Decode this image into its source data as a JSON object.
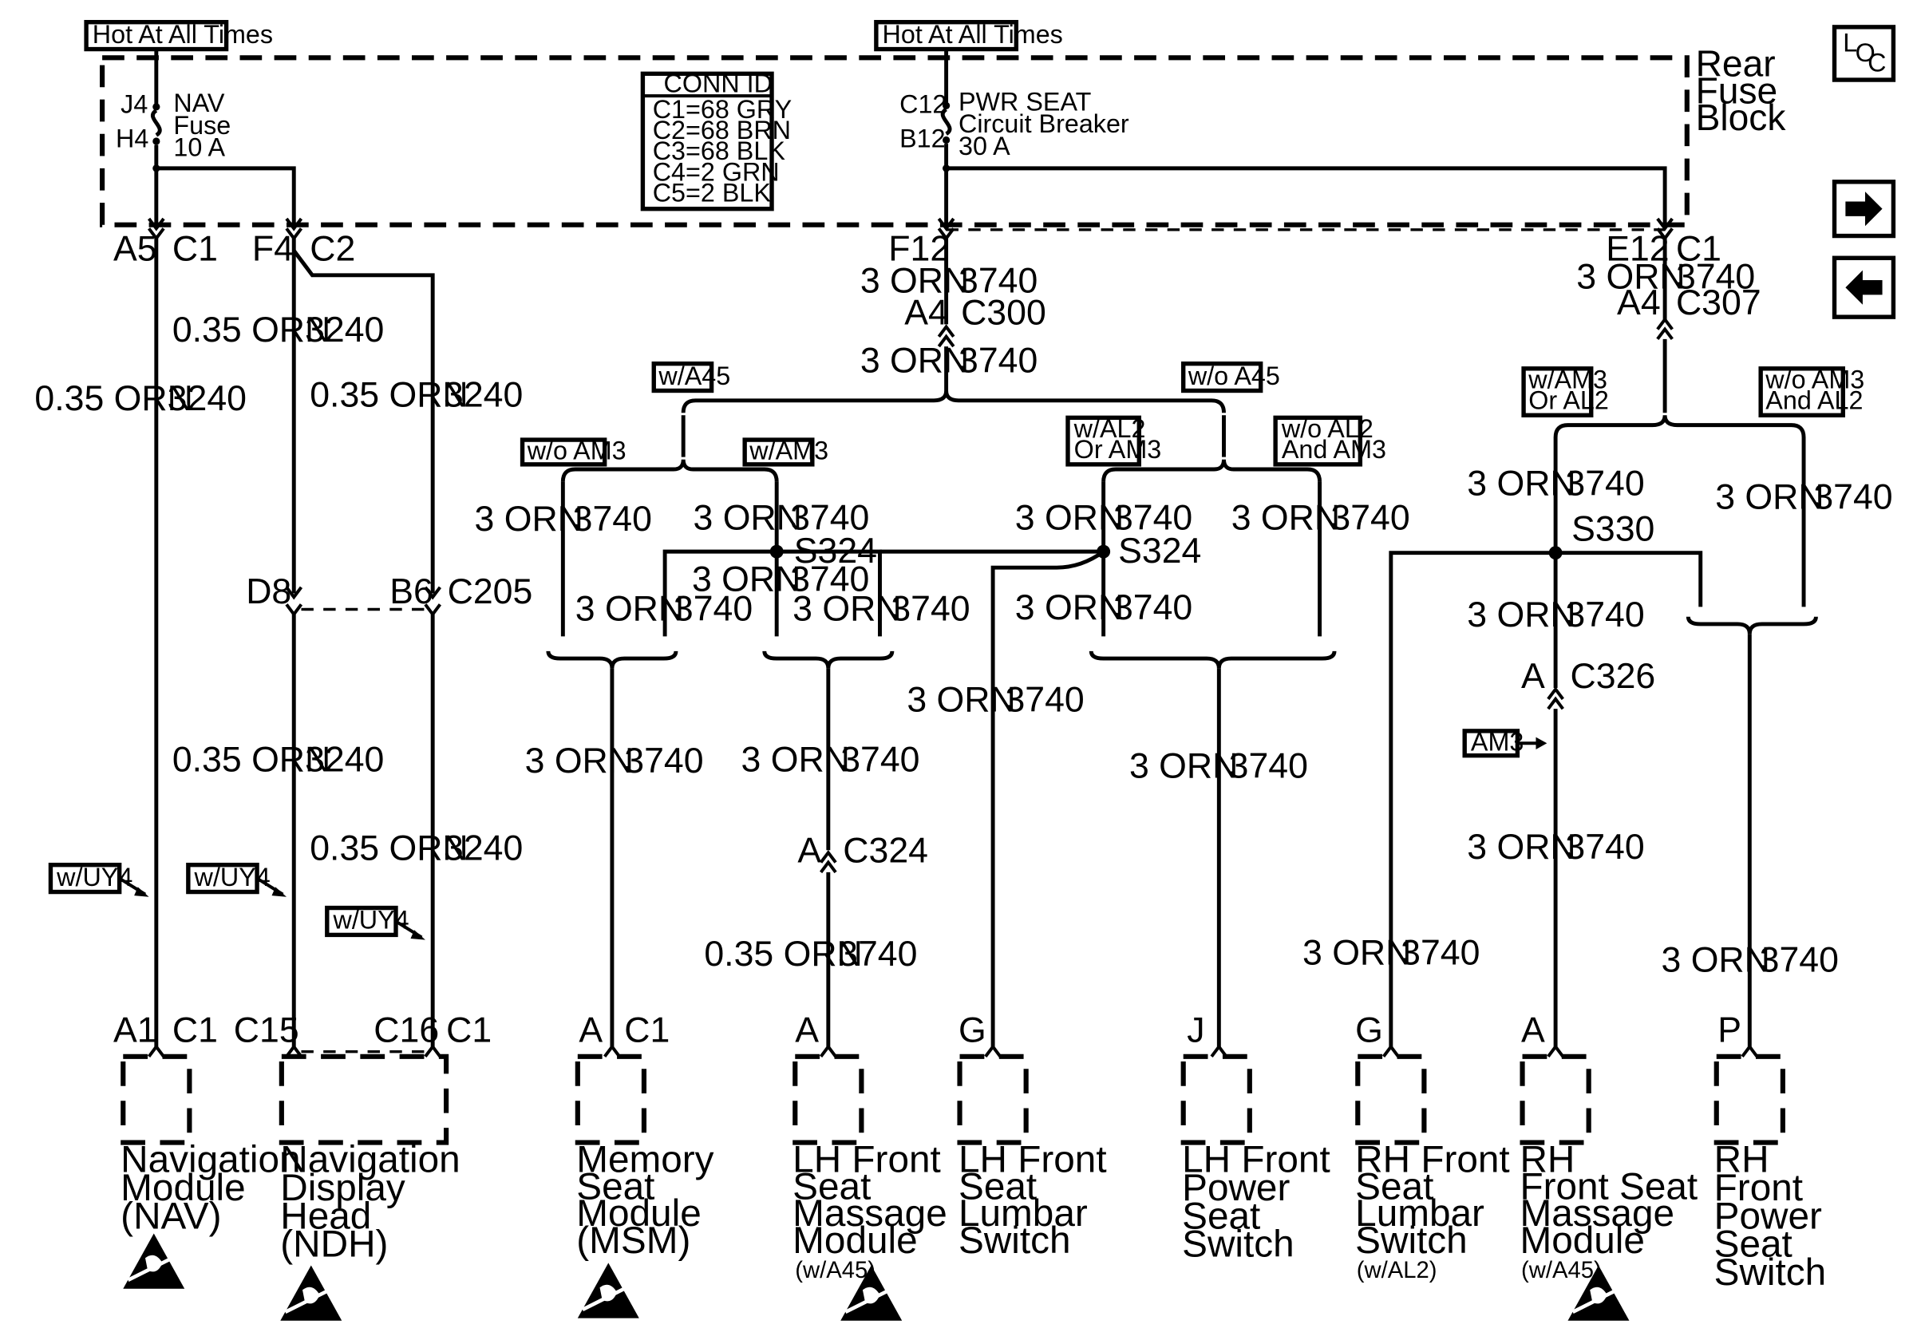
{
  "fuse_block": {
    "title_line1": "Rear",
    "title_line2": "Fuse",
    "title_line3": "Block",
    "hot_left": "Hot At All Times",
    "hot_right": "Hot At All Times",
    "nav_fuse": {
      "pin_top": "J4",
      "pin_bottom": "H4",
      "line1": "NAV",
      "line2": "Fuse",
      "line3": "10 A"
    },
    "seat_cb": {
      "pin_top": "C12",
      "pin_bottom": "B12",
      "line1": "PWR SEAT",
      "line2": "Circuit Breaker",
      "line3": "30 A"
    },
    "conn_id": {
      "title": "CONN ID",
      "rows": [
        "C1=68 GRY",
        "C2=68 BRN",
        "C3=68 BLK",
        "C4=2 GRN",
        "C5=2 BLK"
      ]
    }
  },
  "nav_icons": {
    "loc": "L",
    "loc_o": "O",
    "loc_c": "C",
    "next_arrow": "right-arrow",
    "prev_arrow": "left-arrow"
  },
  "pins": {
    "a5": "A5",
    "c1a": "C1",
    "f4": "F4",
    "c2": "C2",
    "f12": "F12",
    "e12": "E12",
    "c1b": "C1",
    "a4a": "A4",
    "c300": "C300",
    "a4b": "A4",
    "c307": "C307",
    "d8": "D8",
    "b6": "B6",
    "c205": "C205",
    "s324a": "S324",
    "s324b": "S324",
    "s330": "S330",
    "c324_a": "A",
    "c324": "C324",
    "c326_a": "A",
    "c326": "C326",
    "nav_a1": "A1",
    "nav_c1": "C1",
    "ndh_c15": "C15",
    "ndh_c16": "C16",
    "ndh_c1": "C1",
    "msm_a": "A",
    "msm_c1": "C1",
    "lhmm_a": "A",
    "lhls_g": "G",
    "lhps_j": "J",
    "rhls_g": "G",
    "rhmm_a": "A",
    "rhps_p": "P"
  },
  "wires": {
    "w_035_orn": "0.35 ORN",
    "w_3_orn": "3 ORN",
    "c3240": "3240",
    "c3740": "3740"
  },
  "options": {
    "w_a45": "w/A45",
    "wo_a45": "w/o A45",
    "wo_am3": "w/o AM3",
    "w_am3": "w/AM3",
    "w_al2_or_am3_1": "w/AL2",
    "w_al2_or_am3_2": "Or AM3",
    "wo_al2_and_am3_1": "w/o AL2",
    "wo_al2_and_am3_2": "And AM3",
    "w_am3_or_al2_1": "w/AM3",
    "w_am3_or_al2_2": "Or AL2",
    "wo_am3_and_al2_1": "w/o AM3",
    "wo_am3_and_al2_2": "And AL2",
    "w_uy4": "w/UY4",
    "am3": "AM3"
  },
  "components": {
    "nav": [
      "Navigation",
      "Module",
      "(NAV)"
    ],
    "ndh": [
      "Navigation",
      "Display",
      "Head",
      "(NDH)"
    ],
    "msm": [
      "Memory",
      "Seat",
      "Module",
      "(MSM)"
    ],
    "lhmm": [
      "LH Front",
      "Seat",
      "Massage",
      "Module"
    ],
    "lhmm_note": "(w/A45)",
    "lhls": [
      "LH Front",
      "Seat",
      "Lumbar",
      "Switch"
    ],
    "lhps": [
      "LH Front",
      "Power",
      "Seat",
      "Switch"
    ],
    "rhls": [
      "RH Front",
      "Seat",
      "Lumbar",
      "Switch"
    ],
    "rhls_note": "(w/AL2)",
    "rhmm": [
      "RH",
      "Front Seat",
      "Massage",
      "Module"
    ],
    "rhmm_note": "(w/A45)",
    "rhps": [
      "RH",
      "Front",
      "Power",
      "Seat",
      "Switch"
    ]
  },
  "icons": [
    "esd-warning-icon"
  ]
}
